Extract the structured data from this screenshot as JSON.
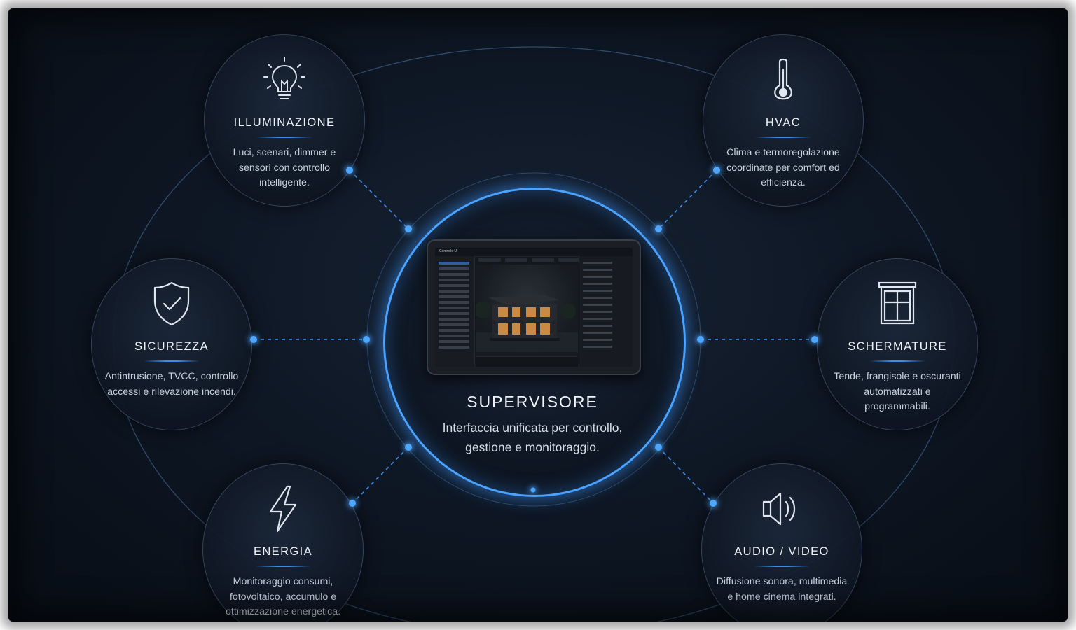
{
  "colors": {
    "accent": "#4aa3ff",
    "background": "#0e1724",
    "text": "#eef3f9"
  },
  "center": {
    "title": "SUPERVISORE",
    "description": "Interfaccia unificata per controllo, gestione e monitoraggio.",
    "screen_label": "Controllo UI",
    "icon": "tablet-icon"
  },
  "nodes": {
    "illuminazione": {
      "title": "ILLUMINAZIONE",
      "description": "Luci, scenari, dimmer e sensori con controllo intelligente.",
      "icon": "lightbulb-icon"
    },
    "hvac": {
      "title": "HVAC",
      "description": "Clima e termoregolazione coordinate per comfort ed efficienza.",
      "icon": "thermometer-icon"
    },
    "sicurezza": {
      "title": "SICUREZZA",
      "description": "Antintrusione, TVCC, controllo accessi e rilevazione incendi.",
      "icon": "shield-check-icon"
    },
    "schermature": {
      "title": "SCHERMATURE",
      "description": "Tende, frangisole e oscuranti automatizzati e programmabili.",
      "icon": "window-blind-icon"
    },
    "energia": {
      "title": "ENERGIA",
      "description": "Monitoraggio consumi, fotovoltaico, accumulo e ottimizzazione energetica.",
      "icon": "lightning-icon"
    },
    "audio_video": {
      "title": "AUDIO / VIDEO",
      "description": "Diffusione sonora, multimedia e home cinema integrati.",
      "icon": "speaker-icon"
    }
  }
}
